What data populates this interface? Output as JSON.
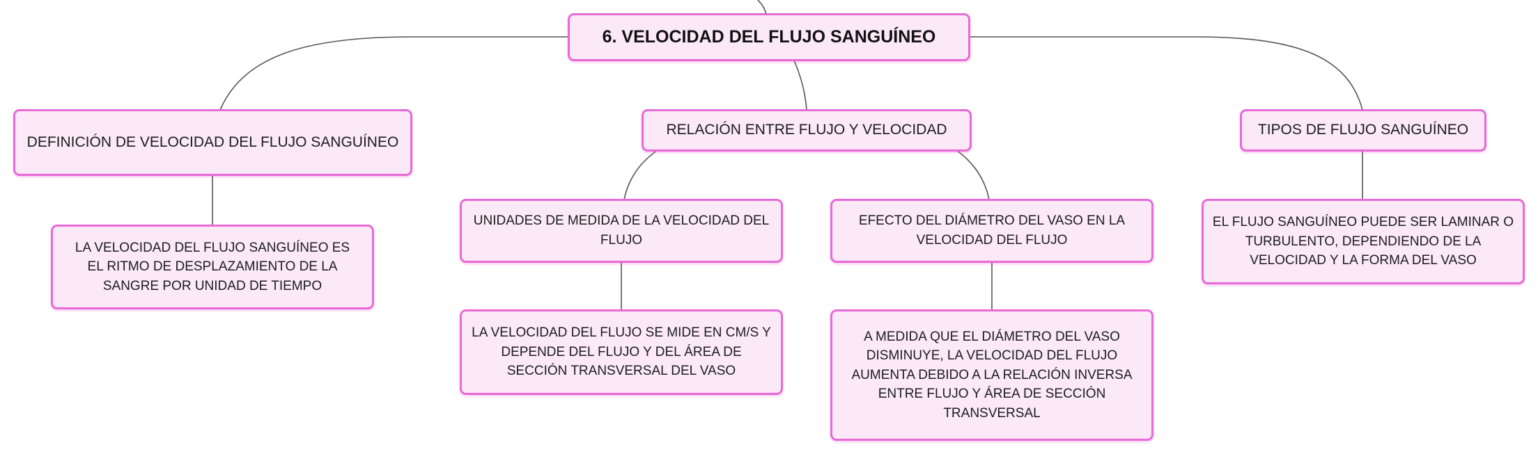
{
  "colors": {
    "node_fill": "#fbe9f8",
    "node_border": "#e86ad6",
    "connector": "#555555",
    "text": "#1c1c1c"
  },
  "root": {
    "label": "6. VELOCIDAD DEL FLUJO SANGUÍNEO"
  },
  "branches": {
    "definicion": {
      "label": "DEFINICIÓN DE VELOCIDAD DEL FLUJO SANGUÍNEO",
      "detail": "LA VELOCIDAD DEL FLUJO SANGUÍNEO ES EL RITMO DE DESPLAZAMIENTO DE LA SANGRE POR UNIDAD DE TIEMPO"
    },
    "relacion": {
      "label": "RELACIÓN ENTRE FLUJO Y VELOCIDAD",
      "unidades": {
        "label": "UNIDADES DE MEDIDA DE LA VELOCIDAD DEL FLUJO",
        "detail": "LA VELOCIDAD DEL FLUJO SE MIDE EN CM/S Y DEPENDE DEL FLUJO Y DEL ÁREA DE SECCIÓN TRANSVERSAL DEL VASO"
      },
      "efecto": {
        "label": "EFECTO DEL DIÁMETRO DEL VASO EN LA VELOCIDAD DEL FLUJO",
        "detail": "A MEDIDA QUE EL DIÁMETRO DEL VASO DISMINUYE, LA VELOCIDAD DEL FLUJO AUMENTA DEBIDO A LA RELACIÓN INVERSA ENTRE FLUJO Y ÁREA DE SECCIÓN TRANSVERSAL"
      }
    },
    "tipos": {
      "label": "TIPOS DE FLUJO SANGUÍNEO",
      "detail": "EL FLUJO SANGUÍNEO PUEDE SER LAMINAR O TURBULENTO, DEPENDIENDO DE LA VELOCIDAD Y LA FORMA DEL VASO"
    }
  }
}
